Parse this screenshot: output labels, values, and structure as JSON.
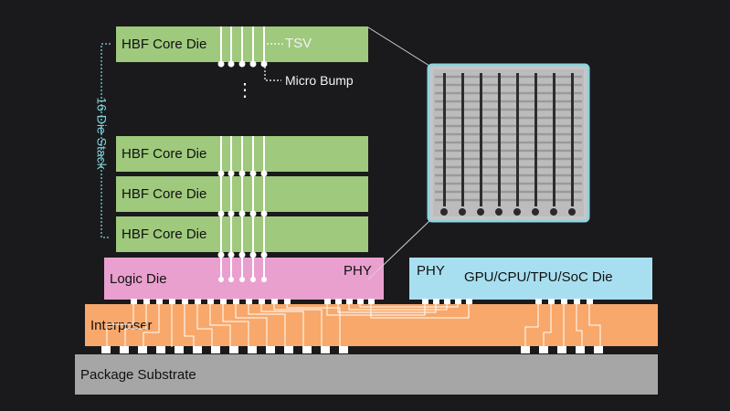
{
  "stack": {
    "core_die_label": "HBF Core Die",
    "stack_label": "16 Die Stack",
    "ellipsis": "⋮"
  },
  "callouts": {
    "tsv": "TSV",
    "micro_bump": "Micro Bump"
  },
  "logic_die": {
    "label": "Logic Die",
    "phy": "PHY"
  },
  "processor_die": {
    "label": "GPU/CPU/TPU/SoC Die",
    "phy": "PHY"
  },
  "interposer": {
    "label": "Interposer"
  },
  "substrate": {
    "label": "Package Substrate"
  },
  "colors": {
    "background": "#1a1a1c",
    "core_die": "#9fc97d",
    "logic_die": "#e9a0cf",
    "processor_die": "#a8dff0",
    "interposer": "#f8a86b",
    "substrate": "#a6a6a6",
    "stack_bracket": "#7fd3dc",
    "inset_border": "#8ed4e0"
  }
}
